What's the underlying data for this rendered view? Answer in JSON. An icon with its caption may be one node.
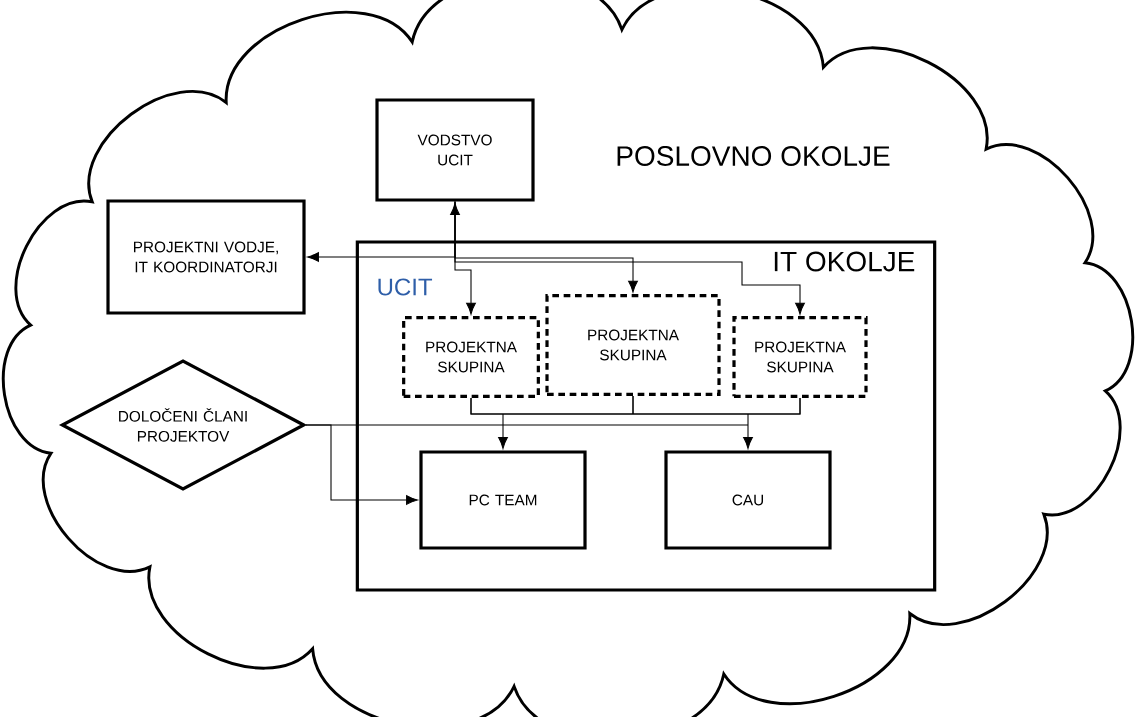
{
  "diagram": {
    "nodes": [
      {
        "text": [
          "POSLOVNO OKOLJE"
        ]
      },
      {
        "text": [
          "VODSTVO UCIT"
        ],
        "in": 0
      },
      {
        "text": [
          "PROJEKTNI VODJE, IT KOORDINATORJI"
        ],
        "in": 0
      },
      {
        "text": [
          "IT OKOLJE",
          "UCIT"
        ],
        "in": 0
      },
      {
        "text": [
          "PROJEKTNA SKUPINA"
        ],
        "in": 3
      },
      {
        "text": [
          "PROJEKTNA SKUPINA"
        ],
        "in": 3
      },
      {
        "text": [
          "PROJEKTNA SKUPINA"
        ],
        "in": 3
      },
      {
        "text": [
          "DOLOČENI ČLANI PROJEKTOV"
        ],
        "in": 0
      },
      {
        "text": [
          "PC TEAM"
        ],
        "in": 3
      },
      {
        "text": [
          "CAU"
        ],
        "in": 3
      }
    ],
    "edges": [
      {
        "from": 1,
        "to": 2,
        "arrow": "both"
      },
      {
        "from": 1,
        "to": 4,
        "arrow": "to"
      },
      {
        "from": 1,
        "to": 5,
        "arrow": "to"
      },
      {
        "from": 1,
        "to": 6,
        "arrow": "to"
      },
      {
        "from": 4,
        "to": 8,
        "arrow": "to"
      },
      {
        "from": 4,
        "to": 9,
        "arrow": "to"
      },
      {
        "from": 5,
        "to": 8,
        "arrow": "to"
      },
      {
        "from": 5,
        "to": 9,
        "arrow": "to"
      },
      {
        "from": 6,
        "to": 8,
        "arrow": "to"
      },
      {
        "from": 6,
        "to": 9,
        "arrow": "to"
      },
      {
        "from": 7,
        "to": 9,
        "arrow": "to"
      },
      {
        "from": 7,
        "to": 8,
        "arrow": "to"
      }
    ]
  }
}
